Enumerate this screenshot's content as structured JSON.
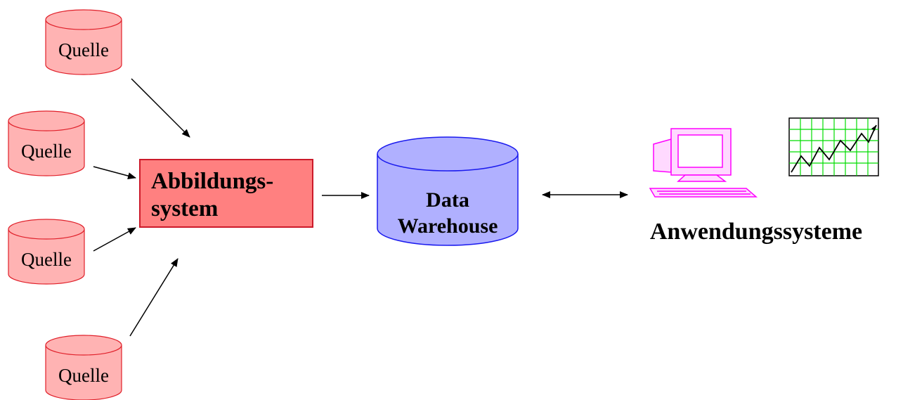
{
  "sources": [
    {
      "label": "Quelle"
    },
    {
      "label": "Quelle"
    },
    {
      "label": "Quelle"
    },
    {
      "label": "Quelle"
    }
  ],
  "mapping_system": {
    "line1": "Abbildungs-",
    "line2": "system"
  },
  "warehouse": {
    "line1": "Data",
    "line2": "Warehouse"
  },
  "applications": {
    "label": "Anwendungssysteme"
  },
  "colors": {
    "source_fill": "#ffb3b3",
    "source_stroke": "#e0202a",
    "mapping_fill": "#ff8080",
    "warehouse_fill": "#b0b0ff",
    "warehouse_stroke": "#1a1aee",
    "computer": "#ff00ff",
    "chart_grid": "#00dd00"
  },
  "icons": [
    "computer-icon",
    "line-chart-icon"
  ]
}
